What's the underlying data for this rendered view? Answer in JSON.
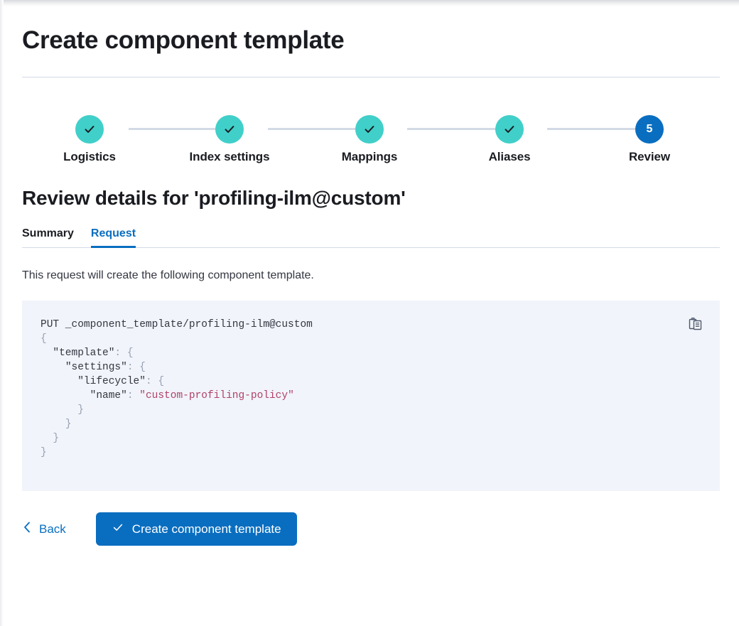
{
  "page": {
    "title": "Create component template"
  },
  "stepper": {
    "steps": [
      {
        "label": "Logistics",
        "state": "complete",
        "indicator": "check-icon",
        "number": "1"
      },
      {
        "label": "Index settings",
        "state": "complete",
        "indicator": "check-icon",
        "number": "2"
      },
      {
        "label": "Mappings",
        "state": "complete",
        "indicator": "check-icon",
        "number": "3"
      },
      {
        "label": "Aliases",
        "state": "complete",
        "indicator": "check-icon",
        "number": "4"
      },
      {
        "label": "Review",
        "state": "current",
        "indicator": "number",
        "number": "5"
      }
    ],
    "colors": {
      "complete": "#41cfc9",
      "current": "#0a6ec0",
      "connector": "#d3dae6"
    }
  },
  "review": {
    "heading": "Review details for 'profiling-ilm@custom'",
    "tabs": [
      {
        "label": "Summary",
        "selected": false
      },
      {
        "label": "Request",
        "selected": true
      }
    ],
    "intro": "This request will create the following component template.",
    "request": {
      "method_line": "PUT _component_template/profiling-ilm@custom",
      "lines": [
        "{",
        "  \"template\": {",
        "    \"settings\": {",
        "      \"lifecycle\": {",
        "        \"name\": \"custom-profiling-policy\"",
        "      }",
        "    }",
        "  }",
        "}"
      ],
      "json_key_1": "\"template\"",
      "json_key_2": "\"settings\"",
      "json_key_3": "\"lifecycle\"",
      "json_key_4": "\"name\"",
      "json_value_1": "\"custom-profiling-policy\"",
      "copy_icon": "copy-clipboard-icon",
      "background": "#f1f4fa",
      "string_color": "#b0416a"
    }
  },
  "footer": {
    "back_label": "Back",
    "back_icon": "chevron-left-icon",
    "submit_label": "Create component template",
    "submit_icon": "check-icon",
    "submit_color": "#0a6ec0"
  }
}
